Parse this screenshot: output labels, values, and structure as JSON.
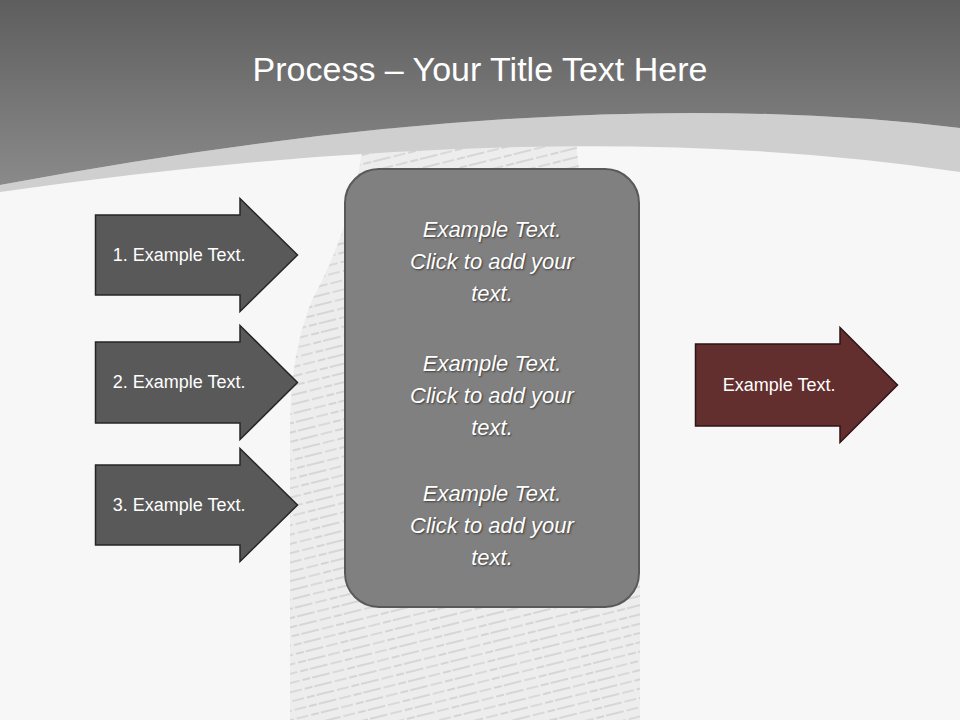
{
  "diagram": {
    "title": "Process – Your Title Text Here",
    "nodes": [
      {
        "text": [
          "1. Example Text."
        ]
      },
      {
        "text": [
          "2. Example Text."
        ]
      },
      {
        "text": [
          "3. Example Text."
        ]
      },
      {
        "text": [
          "Example Text. Click to add your text.",
          "Example Text. Click to add your text.",
          "Example Text. Click to add your text."
        ]
      },
      {
        "text": [
          "Example Text."
        ]
      }
    ]
  }
}
